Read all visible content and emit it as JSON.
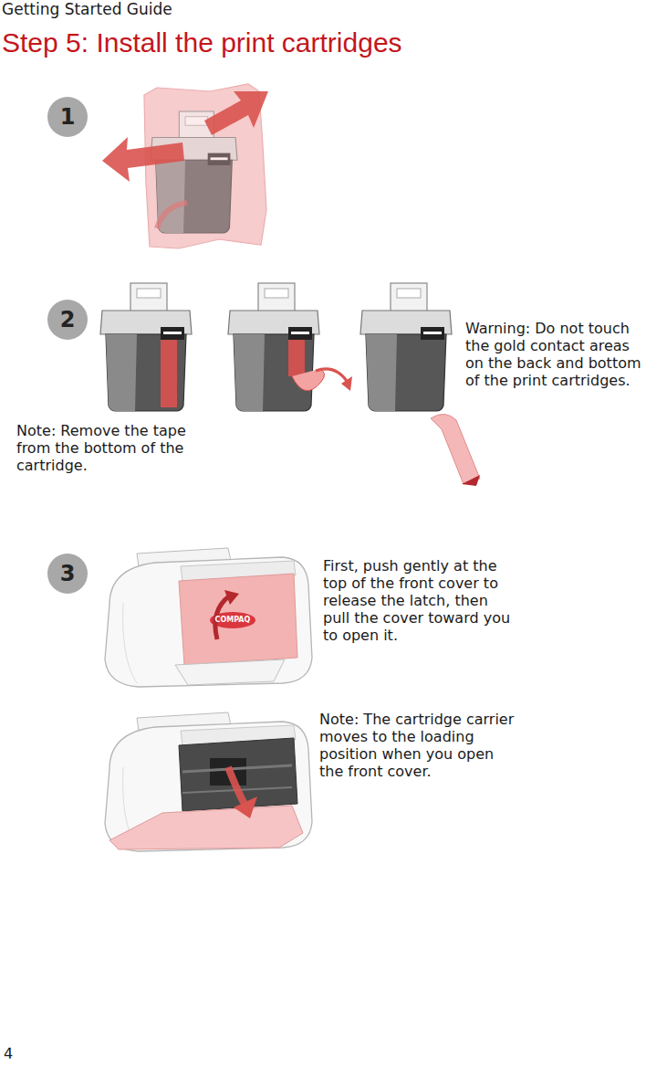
{
  "diagram": {
    "title": "Step 5: Install the print cartridges",
    "nodes": [
      {
        "text": [
          "1"
        ]
      },
      {
        "text": [
          "2"
        ]
      },
      {
        "text": [
          "3"
        ]
      }
    ],
    "labels": [
      "Getting Started Guide",
      "Warning: Do not touch the gold contact areas on the back and bottom of the print cartridges.",
      "Note: Remove the tape from the bottom of the cartridge.",
      "First, push gently at the top of the front cover to release the latch, then pull the cover toward you to open it.",
      "Note: The cartridge carrier moves to the loading position when you open the front cover.",
      "COMPAQ",
      "4"
    ]
  }
}
